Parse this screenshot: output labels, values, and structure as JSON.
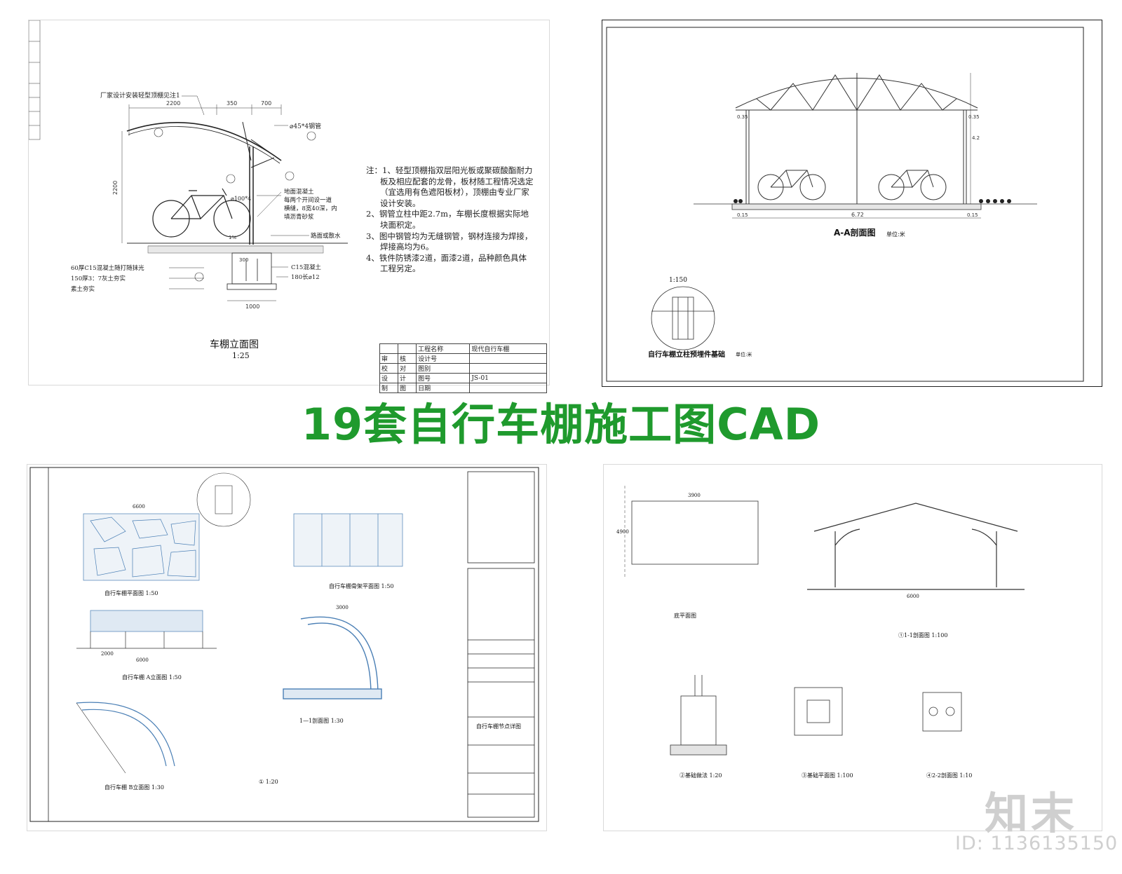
{
  "banner": {
    "title": "19套自行车棚施工图CAD"
  },
  "watermark": {
    "logo": "知末",
    "id_label": "ID: 1136135150"
  },
  "sheet1": {
    "title": "车棚立面图",
    "scale": "1:25",
    "callouts": {
      "roof": "厂家设计安装轻型顶棚见注1",
      "pipe45": "⌀45*4钢管",
      "pipe100": "⌀100*4",
      "ground": "地面混凝土",
      "ground_note1": "每两个开间设一道",
      "ground_note2": "横缝，8宽40深，内",
      "ground_note3": "填沥青砂浆",
      "road": "路面或散水",
      "layer1": "60厚C15混凝土随打随抹光",
      "layer2": "150厚3：7灰土夯实",
      "layer3": "素土夯实",
      "c15": "C15混凝土",
      "rebar": "180长⌀12"
    },
    "dims": {
      "d2200": "2200",
      "d350": "350",
      "d700": "700",
      "dh2200": "2200",
      "d1000": "1000",
      "d300": "300",
      "slope": "1%"
    },
    "notes": [
      "注：1、轻型顶棚指双层阳光板或聚碳酸酯耐力板及相应配套的龙骨，板材随工程情况选定（宜选用有色遮阳板材），顶棚由专业厂家设计安装。",
      "2、钢管立柱中距2.7m，车棚长度根据实际地块面积定。",
      "3、图中钢管均为无缝钢管，钢材连接为焊接，焊接高均为6。",
      "4、铁件防锈漆2道，面漆2道，品种颜色具体工程另定。"
    ],
    "title_block": {
      "project_label": "工程名称",
      "project_value": "现代自行车棚",
      "rows": [
        {
          "a": "审",
          "b": "核",
          "c": "设计号",
          "d": ""
        },
        {
          "a": "校",
          "b": "对",
          "c": "图别",
          "d": ""
        },
        {
          "a": "设",
          "b": "计",
          "c": "图号",
          "d": "JS-01"
        },
        {
          "a": "制",
          "b": "图",
          "c": "日期",
          "d": ""
        }
      ]
    }
  },
  "sheet2": {
    "title": "A-A剖面图",
    "unit": "单位:米",
    "detail_title": "自行车棚立柱预埋件基础",
    "detail_unit": "单位:米",
    "detail_scale": "1:150",
    "dims": {
      "d672": "6.72",
      "d015a": "0.15",
      "d015b": "0.15",
      "h42": "4.2",
      "h035a": "0.35",
      "h035b": "0.35"
    }
  },
  "sheet3": {
    "plan_title": "自行车棚平面图 1:50",
    "elev_a": "自行车棚 A立面图 1:50",
    "elev_b": "自行车棚 B立面图 1:30",
    "section": "1—1剖面图 1:30",
    "frame_plan": "自行车棚骨架平面图 1:50",
    "detail": "① 1:20",
    "sheet_name": "自行车棚节点详图",
    "dims": {
      "d6600": "6600",
      "d6000": "6000",
      "d2000": "2000",
      "d3000": "3000"
    }
  },
  "sheet4": {
    "base_plan": "底平面图",
    "section11": "①1-1剖面图 1:100",
    "found_method": "②基础做法 1:20",
    "found_plan": "③基础平面图 1:100",
    "section22": "④2-2剖面图 1:10",
    "dims": {
      "d6000": "6000",
      "d3900": "3900",
      "d4900": "4900"
    }
  }
}
